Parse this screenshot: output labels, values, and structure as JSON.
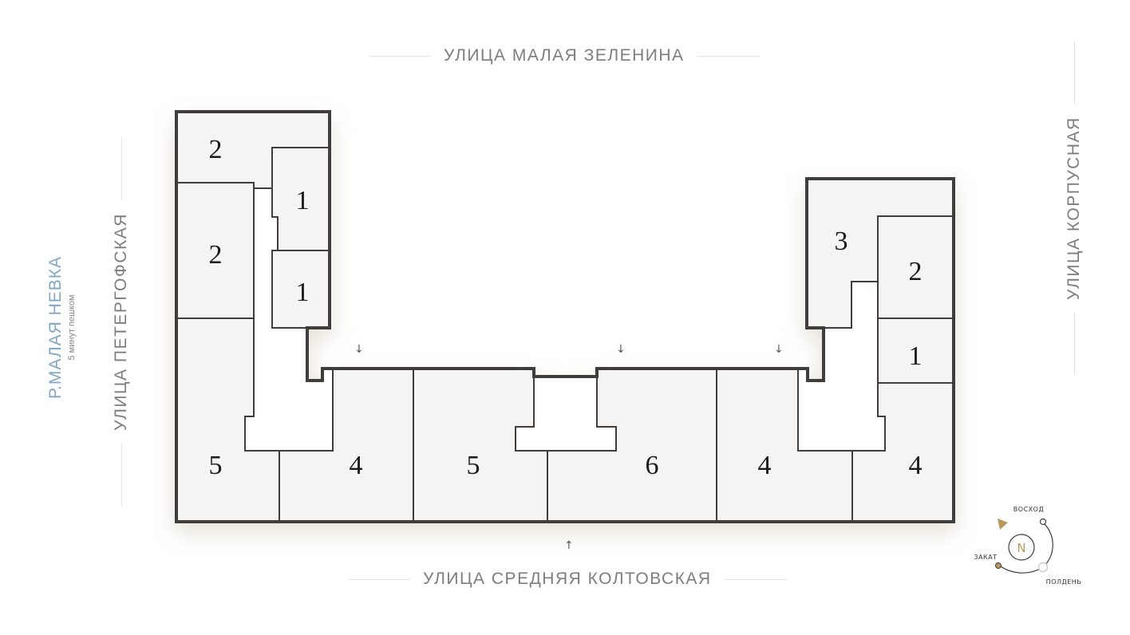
{
  "streets": {
    "top": "УЛИЦА МАЛАЯ ЗЕЛЕНИНА",
    "bottom": "УЛИЦА СРЕДНЯЯ КОЛТОВСКАЯ",
    "left": "УЛИЦА ПЕТЕРГОФСКАЯ",
    "right": "УЛИЦА КОРПУСНАЯ"
  },
  "river": {
    "name": "Р.МАЛАЯ НЕВКА",
    "note": "5 минут пешком"
  },
  "colors": {
    "river": "#7fa6c4",
    "wall": "#3f3e3c",
    "room_fill": "#f5f4f2",
    "accent": "#b8985a"
  },
  "apartments": [
    {
      "id": "a1",
      "rooms": "2"
    },
    {
      "id": "a2",
      "rooms": "1"
    },
    {
      "id": "a3",
      "rooms": "2"
    },
    {
      "id": "a4",
      "rooms": "1"
    },
    {
      "id": "a5",
      "rooms": "5"
    },
    {
      "id": "a6",
      "rooms": "4"
    },
    {
      "id": "a7",
      "rooms": "5"
    },
    {
      "id": "a8",
      "rooms": "6"
    },
    {
      "id": "a9",
      "rooms": "4"
    },
    {
      "id": "a10",
      "rooms": "3"
    },
    {
      "id": "a11",
      "rooms": "2"
    },
    {
      "id": "a12",
      "rooms": "1"
    },
    {
      "id": "a13",
      "rooms": "4"
    }
  ],
  "entrances": {
    "arrow_down": "↓",
    "arrow_up": "↑"
  },
  "compass": {
    "north": "N",
    "sunrise": "ВОСХОД",
    "sunset": "ЗАКАТ",
    "noon": "ПОЛДЕНЬ"
  }
}
